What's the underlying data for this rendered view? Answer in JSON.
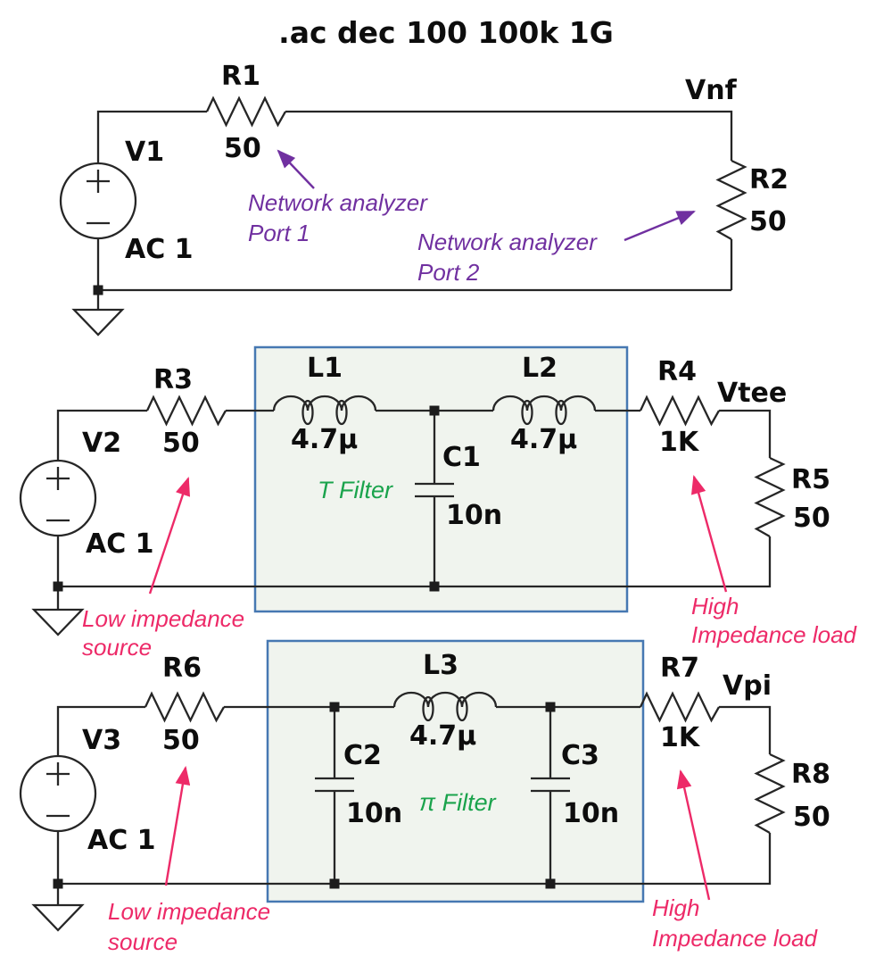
{
  "directive": ".ac dec 100 100k 1G",
  "colors": {
    "annotation_purple": "#7030A0",
    "annotation_pink": "#ED2A68",
    "filter_green": "#1AA34C",
    "filter_box_border": "#4678B2",
    "filter_box_fill": "#F0F4EE",
    "wire": "#262626",
    "label": "#0d0d0d"
  },
  "na": {
    "v1_ref": "V1",
    "v1_val": "AC 1",
    "r1_ref": "R1",
    "r1_val": "50",
    "r2_ref": "R2",
    "r2_val": "50",
    "node": "Vnf",
    "port1_l1": "Network analyzer",
    "port1_l2": "Port 1",
    "port2_l1": "Network analyzer",
    "port2_l2": "Port 2"
  },
  "tee": {
    "v2_ref": "V2",
    "v2_val": "AC 1",
    "r3_ref": "R3",
    "r3_val": "50",
    "l1_ref": "L1",
    "l1_val": "4.7µ",
    "l2_ref": "L2",
    "l2_val": "4.7µ",
    "c1_ref": "C1",
    "c1_val": "10n",
    "r4_ref": "R4",
    "r4_val": "1K",
    "r5_ref": "R5",
    "r5_val": "50",
    "node": "Vtee",
    "filter_label": "T Filter",
    "src_l1": "Low impedance",
    "src_l2": "source",
    "load_l1": "High",
    "load_l2": "Impedance load"
  },
  "pi": {
    "v3_ref": "V3",
    "v3_val": "AC 1",
    "r6_ref": "R6",
    "r6_val": "50",
    "l3_ref": "L3",
    "l3_val": "4.7µ",
    "c2_ref": "C2",
    "c2_val": "10n",
    "c3_ref": "C3",
    "c3_val": "10n",
    "r7_ref": "R7",
    "r7_val": "1K",
    "r8_ref": "R8",
    "r8_val": "50",
    "node": "Vpi",
    "filter_label": "π Filter",
    "src_l1": "Low impedance",
    "src_l2": "source",
    "load_l1": "High",
    "load_l2": "Impedance load"
  }
}
